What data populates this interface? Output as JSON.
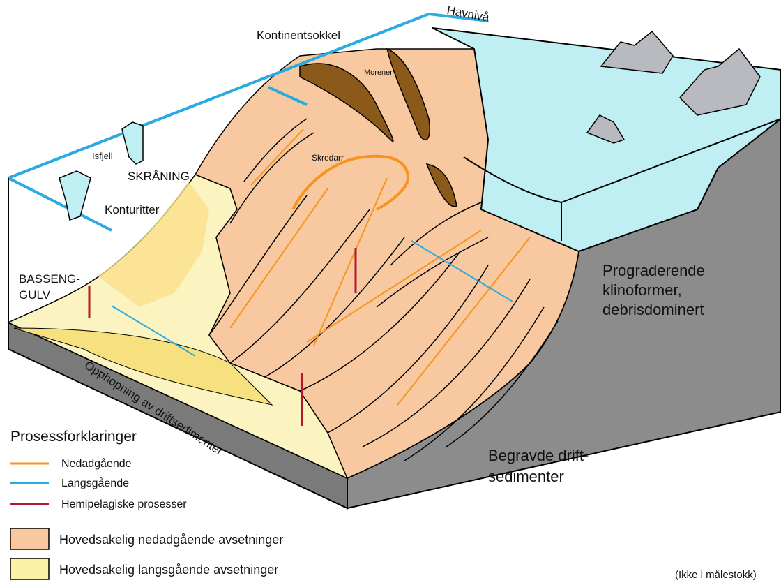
{
  "labels": {
    "sea_level": "Havnivå",
    "shelf": "Kontinentsokkel",
    "moraines": "Morener",
    "iceberg": "Isfjell",
    "slope": "SKRÅNING",
    "slide_scar": "Skredarr",
    "contourites": "Konturitter",
    "basin_floor_line1": "BASSENG-",
    "basin_floor_line2": "GULV",
    "prograding_line1": "Prograderende",
    "prograding_line2": "klinoformer,",
    "prograding_line3": "debrisdominert",
    "drift_accumulation": "Opphopning av driftsedimenter",
    "buried_line1": "Begravde drift-",
    "buried_line2": "sedimenter",
    "scale_note": "(Ikke i målestokk)"
  },
  "legend": {
    "title": "Prosessforklaringer",
    "lines": [
      {
        "label": "Nedadgående",
        "color": "#f7941d"
      },
      {
        "label": "Langsgående",
        "color": "#29aae1"
      },
      {
        "label": "Hemipelagiske prosesser",
        "color": "#b5162b"
      }
    ],
    "boxes": [
      {
        "label": "Hovedsakelig nedadgående avsetninger",
        "color": "#f8c9a0"
      },
      {
        "label": "Hovedsakelig langsgående avsetninger",
        "color": "#fbf1a6"
      }
    ]
  },
  "colors": {
    "downslope_fill": "#f8c9a0",
    "alongslope_fill": "#fbf3c0",
    "ice": "#bfeff2",
    "moraine": "#8b5a1a",
    "block_side": "#8c8c8c",
    "sea_line": "#29aae1"
  }
}
